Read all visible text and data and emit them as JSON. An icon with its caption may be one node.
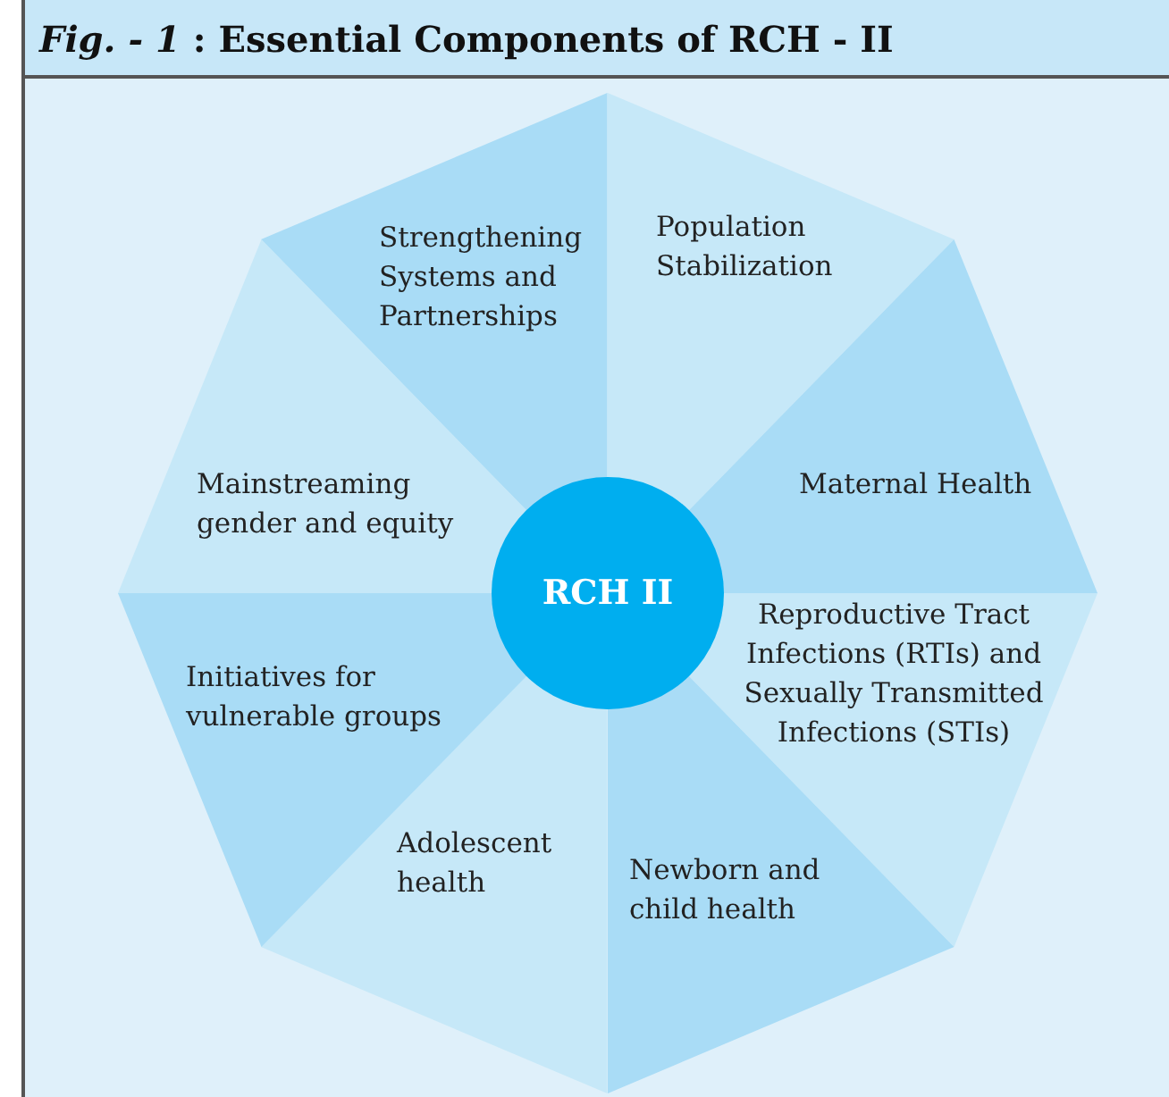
{
  "diagram": {
    "title": "*Fig. - 1* : Essential Components of RCH - II",
    "nodes": [
      {
        "text": [
          "Strengthening Systems and Partnerships"
        ]
      },
      {
        "text": [
          "Population Stabilization"
        ]
      },
      {
        "text": [
          "Maternal Health"
        ]
      },
      {
        "text": [
          "Reproductive Tract Infections (RTIs) and Sexually Transmitted Infections (STIs)"
        ]
      },
      {
        "text": [
          "Newborn and child health"
        ]
      },
      {
        "text": [
          "Adolescent health"
        ]
      },
      {
        "text": [
          "Initiatives for vulnerable groups"
        ]
      },
      {
        "text": [
          "Mainstreaming gender and equity"
        ]
      },
      {
        "text": [
          "RCH II"
        ]
      }
    ],
    "edges": []
  }
}
